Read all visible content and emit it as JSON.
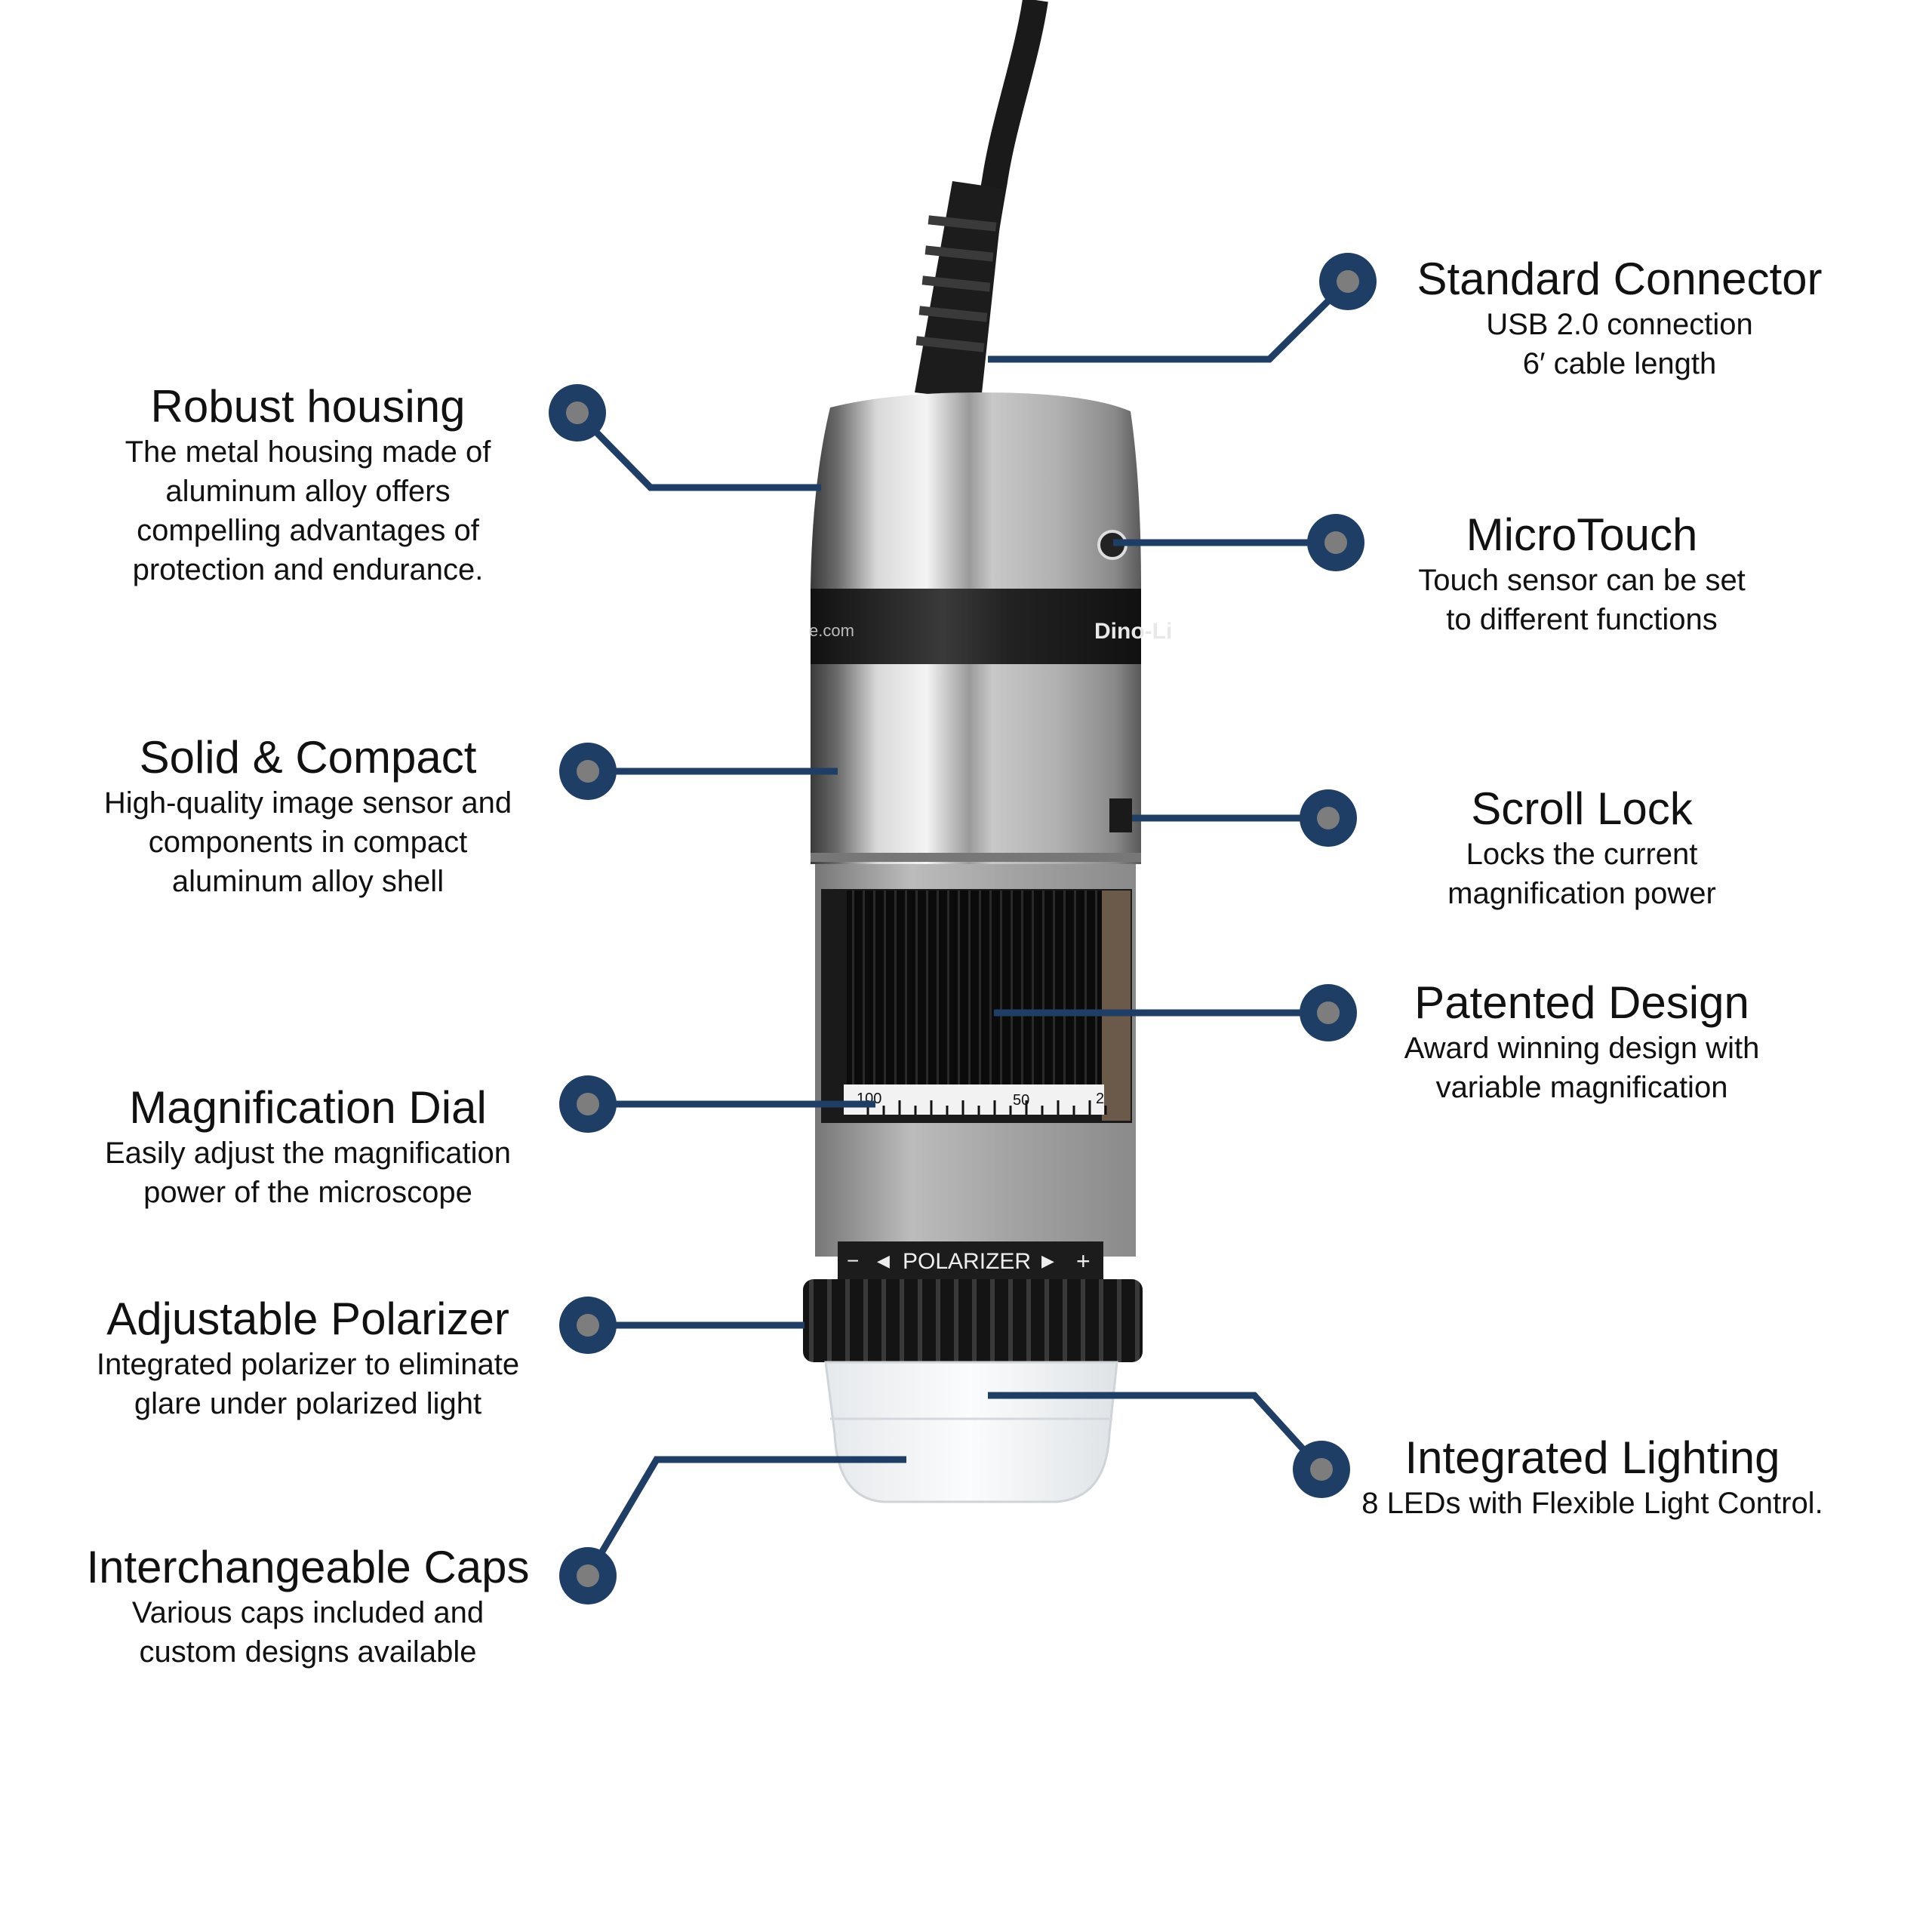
{
  "colors": {
    "accent": "#1f3e66",
    "dot_center": "#7d7d7d",
    "background": "#ffffff"
  },
  "product": {
    "brand_label": "Dino-Li",
    "url_fragment": "e.com",
    "dial_labels": [
      "100",
      "50",
      "2"
    ],
    "polarizer_label": "POLARIZER",
    "polarizer_minus": "−",
    "polarizer_plus": "+",
    "polarizer_left_arrow": "◀",
    "polarizer_right_arrow": "▶"
  },
  "callouts": {
    "robust_housing": {
      "title": "Robust housing",
      "lines": [
        "The metal housing made of",
        "aluminum alloy offers",
        "compelling advantages of",
        "protection and endurance."
      ]
    },
    "solid_compact": {
      "title": "Solid & Compact",
      "lines": [
        "High-quality image sensor and",
        "components in compact",
        "aluminum alloy shell"
      ]
    },
    "magnification_dial": {
      "title": "Magnification Dial",
      "lines": [
        "Easily adjust the magnification",
        "power of the microscope"
      ]
    },
    "adjustable_polarizer": {
      "title": "Adjustable Polarizer",
      "lines": [
        "Integrated polarizer to eliminate",
        "glare under polarized light"
      ]
    },
    "interchangeable_caps": {
      "title": "Interchangeable Caps",
      "lines": [
        "Various caps included and",
        "custom designs available"
      ]
    },
    "standard_connector": {
      "title": "Standard Connector",
      "lines": [
        "USB 2.0 connection",
        "6′ cable length"
      ]
    },
    "microtouch": {
      "title": "MicroTouch",
      "lines": [
        "Touch sensor can be set",
        "to different functions"
      ]
    },
    "scroll_lock": {
      "title": "Scroll Lock",
      "lines": [
        "Locks the current",
        "magnification power"
      ]
    },
    "patented_design": {
      "title": "Patented Design",
      "lines": [
        "Award winning design with",
        "variable magnification"
      ]
    },
    "integrated_lighting": {
      "title": "Integrated Lighting",
      "lines": [
        "8 LEDs with Flexible Light Control."
      ]
    }
  }
}
